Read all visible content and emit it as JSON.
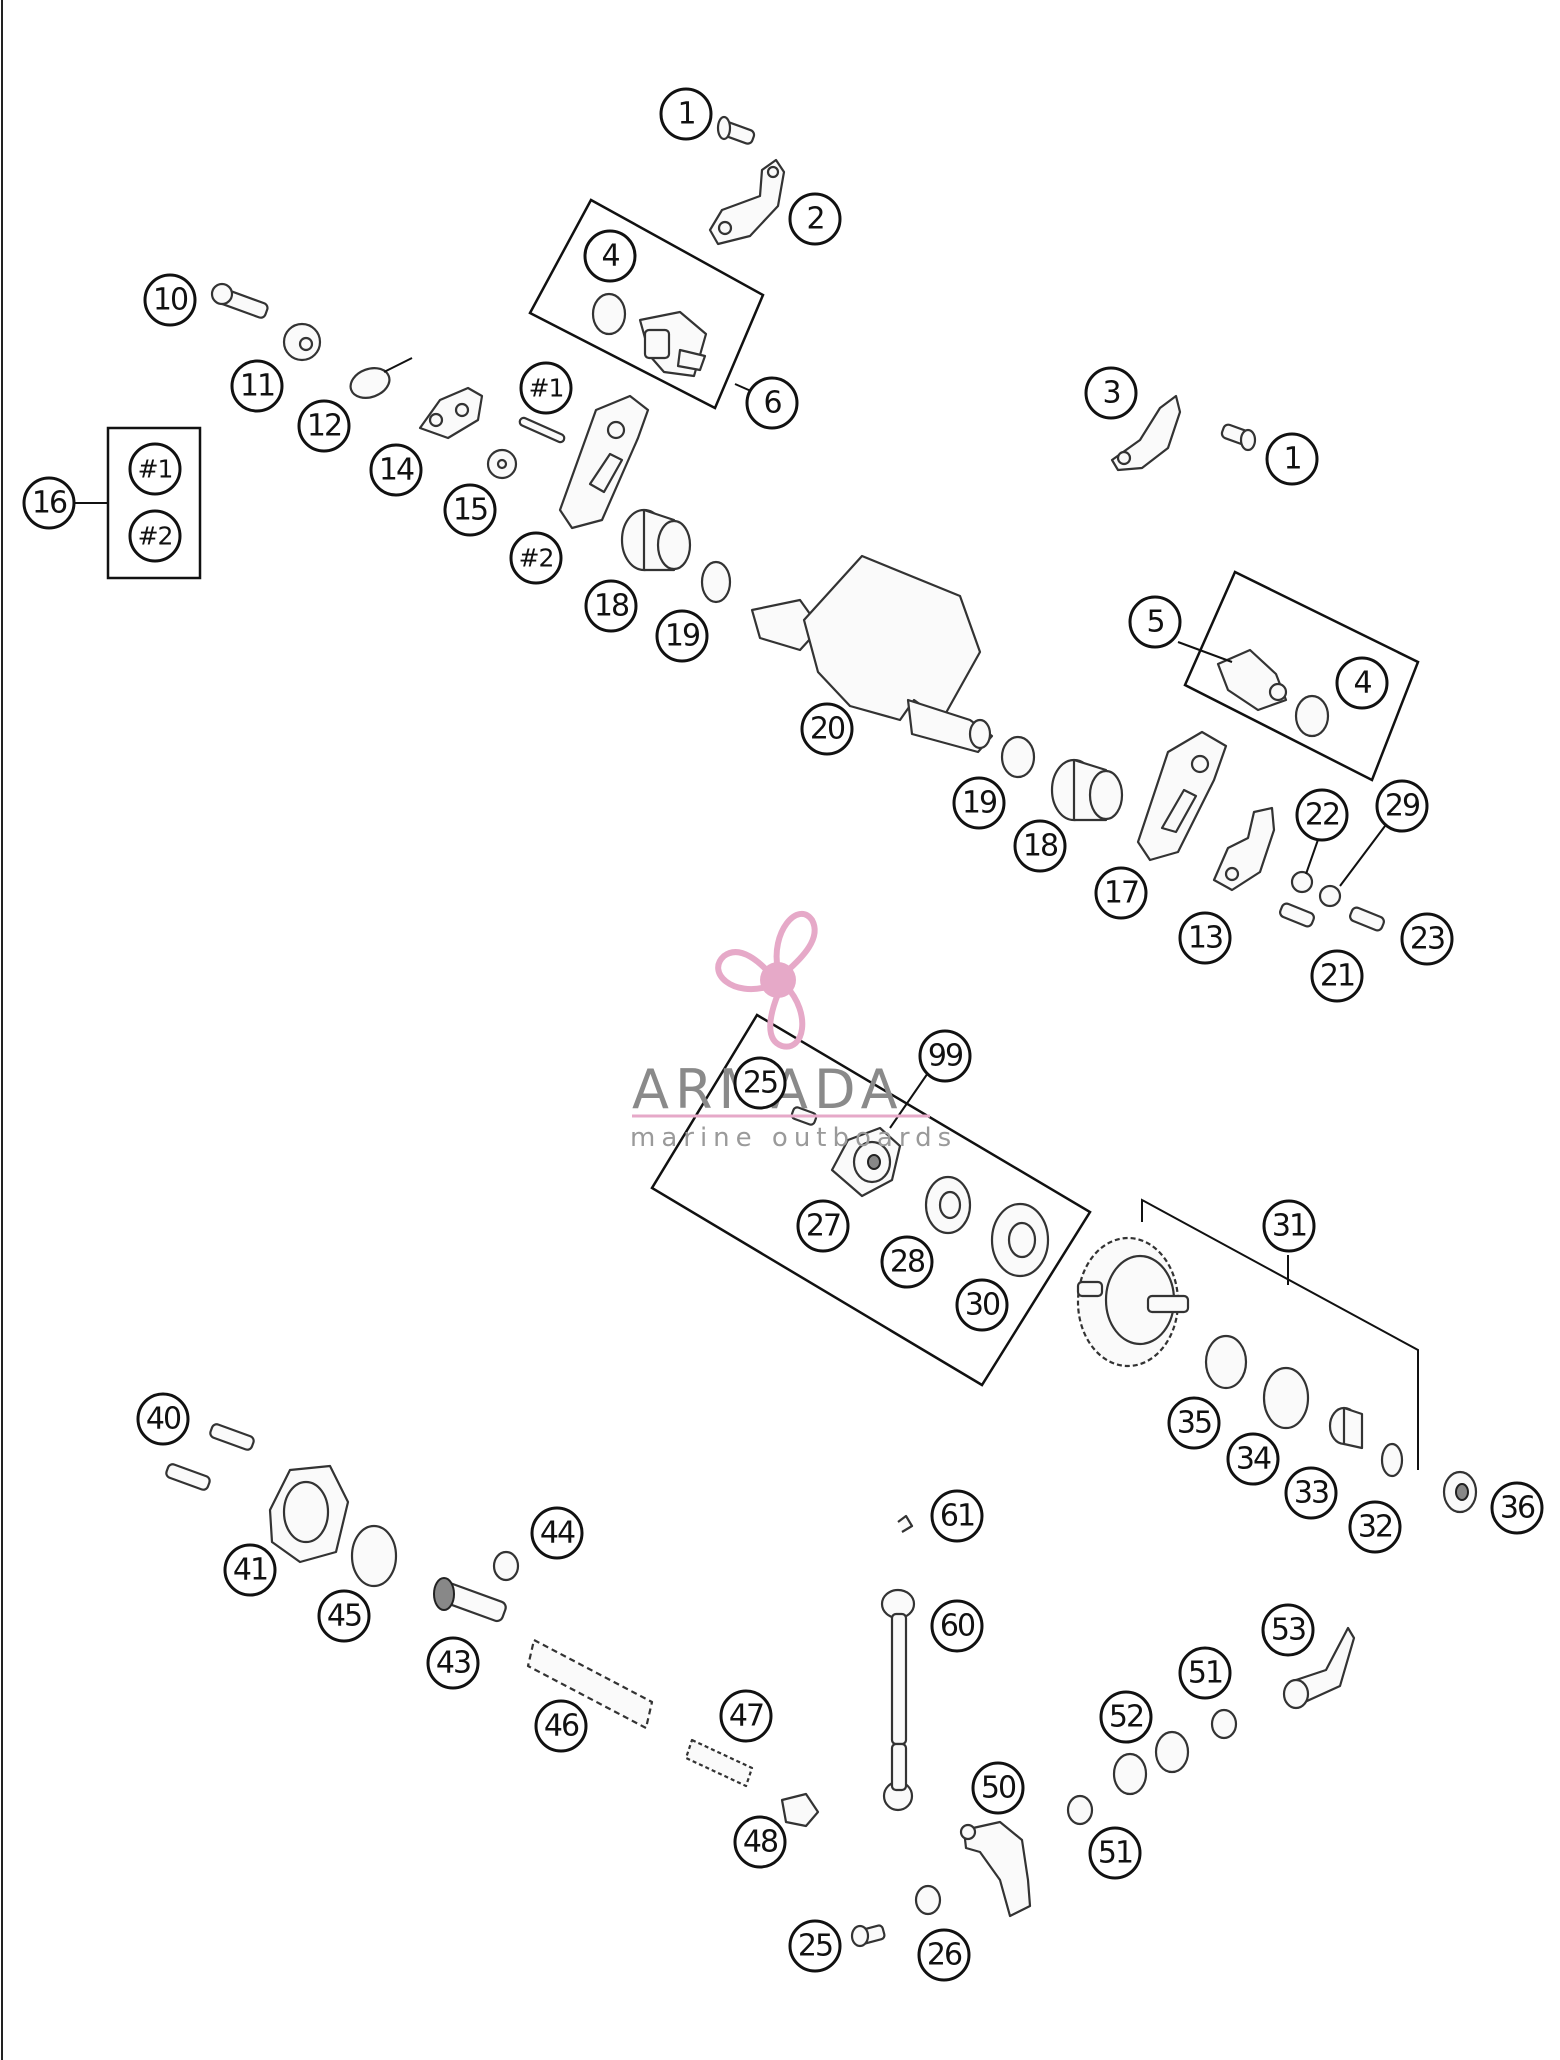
{
  "diagram": {
    "callouts": [
      {
        "id": "c1a",
        "label": "1"
      },
      {
        "id": "c2",
        "label": "2"
      },
      {
        "id": "c4a",
        "label": "4"
      },
      {
        "id": "c6",
        "label": "6"
      },
      {
        "id": "c10",
        "label": "10"
      },
      {
        "id": "c11",
        "label": "11"
      },
      {
        "id": "c12",
        "label": "12"
      },
      {
        "id": "c14",
        "label": "14"
      },
      {
        "id": "c15",
        "label": "15"
      },
      {
        "id": "c1hash",
        "label": "#1"
      },
      {
        "id": "c2hash",
        "label": "#2"
      },
      {
        "id": "c16",
        "label": "16"
      },
      {
        "id": "c16h1",
        "label": "#1"
      },
      {
        "id": "c16h2",
        "label": "#2"
      },
      {
        "id": "c3",
        "label": "3"
      },
      {
        "id": "c1b",
        "label": "1"
      },
      {
        "id": "c18a",
        "label": "18"
      },
      {
        "id": "c19a",
        "label": "19"
      },
      {
        "id": "c20",
        "label": "20"
      },
      {
        "id": "c5",
        "label": "5"
      },
      {
        "id": "c4b",
        "label": "4"
      },
      {
        "id": "c19b",
        "label": "19"
      },
      {
        "id": "c18b",
        "label": "18"
      },
      {
        "id": "c17",
        "label": "17"
      },
      {
        "id": "c13",
        "label": "13"
      },
      {
        "id": "c22",
        "label": "22"
      },
      {
        "id": "c29",
        "label": "29"
      },
      {
        "id": "c21",
        "label": "21"
      },
      {
        "id": "c23",
        "label": "23"
      },
      {
        "id": "c99",
        "label": "99"
      },
      {
        "id": "c25a",
        "label": "25"
      },
      {
        "id": "c27",
        "label": "27"
      },
      {
        "id": "c28",
        "label": "28"
      },
      {
        "id": "c30",
        "label": "30"
      },
      {
        "id": "c31",
        "label": "31"
      },
      {
        "id": "c35",
        "label": "35"
      },
      {
        "id": "c34",
        "label": "34"
      },
      {
        "id": "c33",
        "label": "33"
      },
      {
        "id": "c32",
        "label": "32"
      },
      {
        "id": "c36",
        "label": "36"
      },
      {
        "id": "c40",
        "label": "40"
      },
      {
        "id": "c41",
        "label": "41"
      },
      {
        "id": "c45",
        "label": "45"
      },
      {
        "id": "c44",
        "label": "44"
      },
      {
        "id": "c43",
        "label": "43"
      },
      {
        "id": "c46",
        "label": "46"
      },
      {
        "id": "c47",
        "label": "47"
      },
      {
        "id": "c48",
        "label": "48"
      },
      {
        "id": "c61",
        "label": "61"
      },
      {
        "id": "c60",
        "label": "60"
      },
      {
        "id": "c50",
        "label": "50"
      },
      {
        "id": "c51a",
        "label": "51"
      },
      {
        "id": "c51b",
        "label": "51"
      },
      {
        "id": "c52",
        "label": "52"
      },
      {
        "id": "c53",
        "label": "53"
      },
      {
        "id": "c25b",
        "label": "25"
      },
      {
        "id": "c26",
        "label": "26"
      }
    ]
  },
  "watermark": {
    "brand": "ARMADA",
    "tagline": "marine outboards",
    "color": "#e6a9c8"
  }
}
